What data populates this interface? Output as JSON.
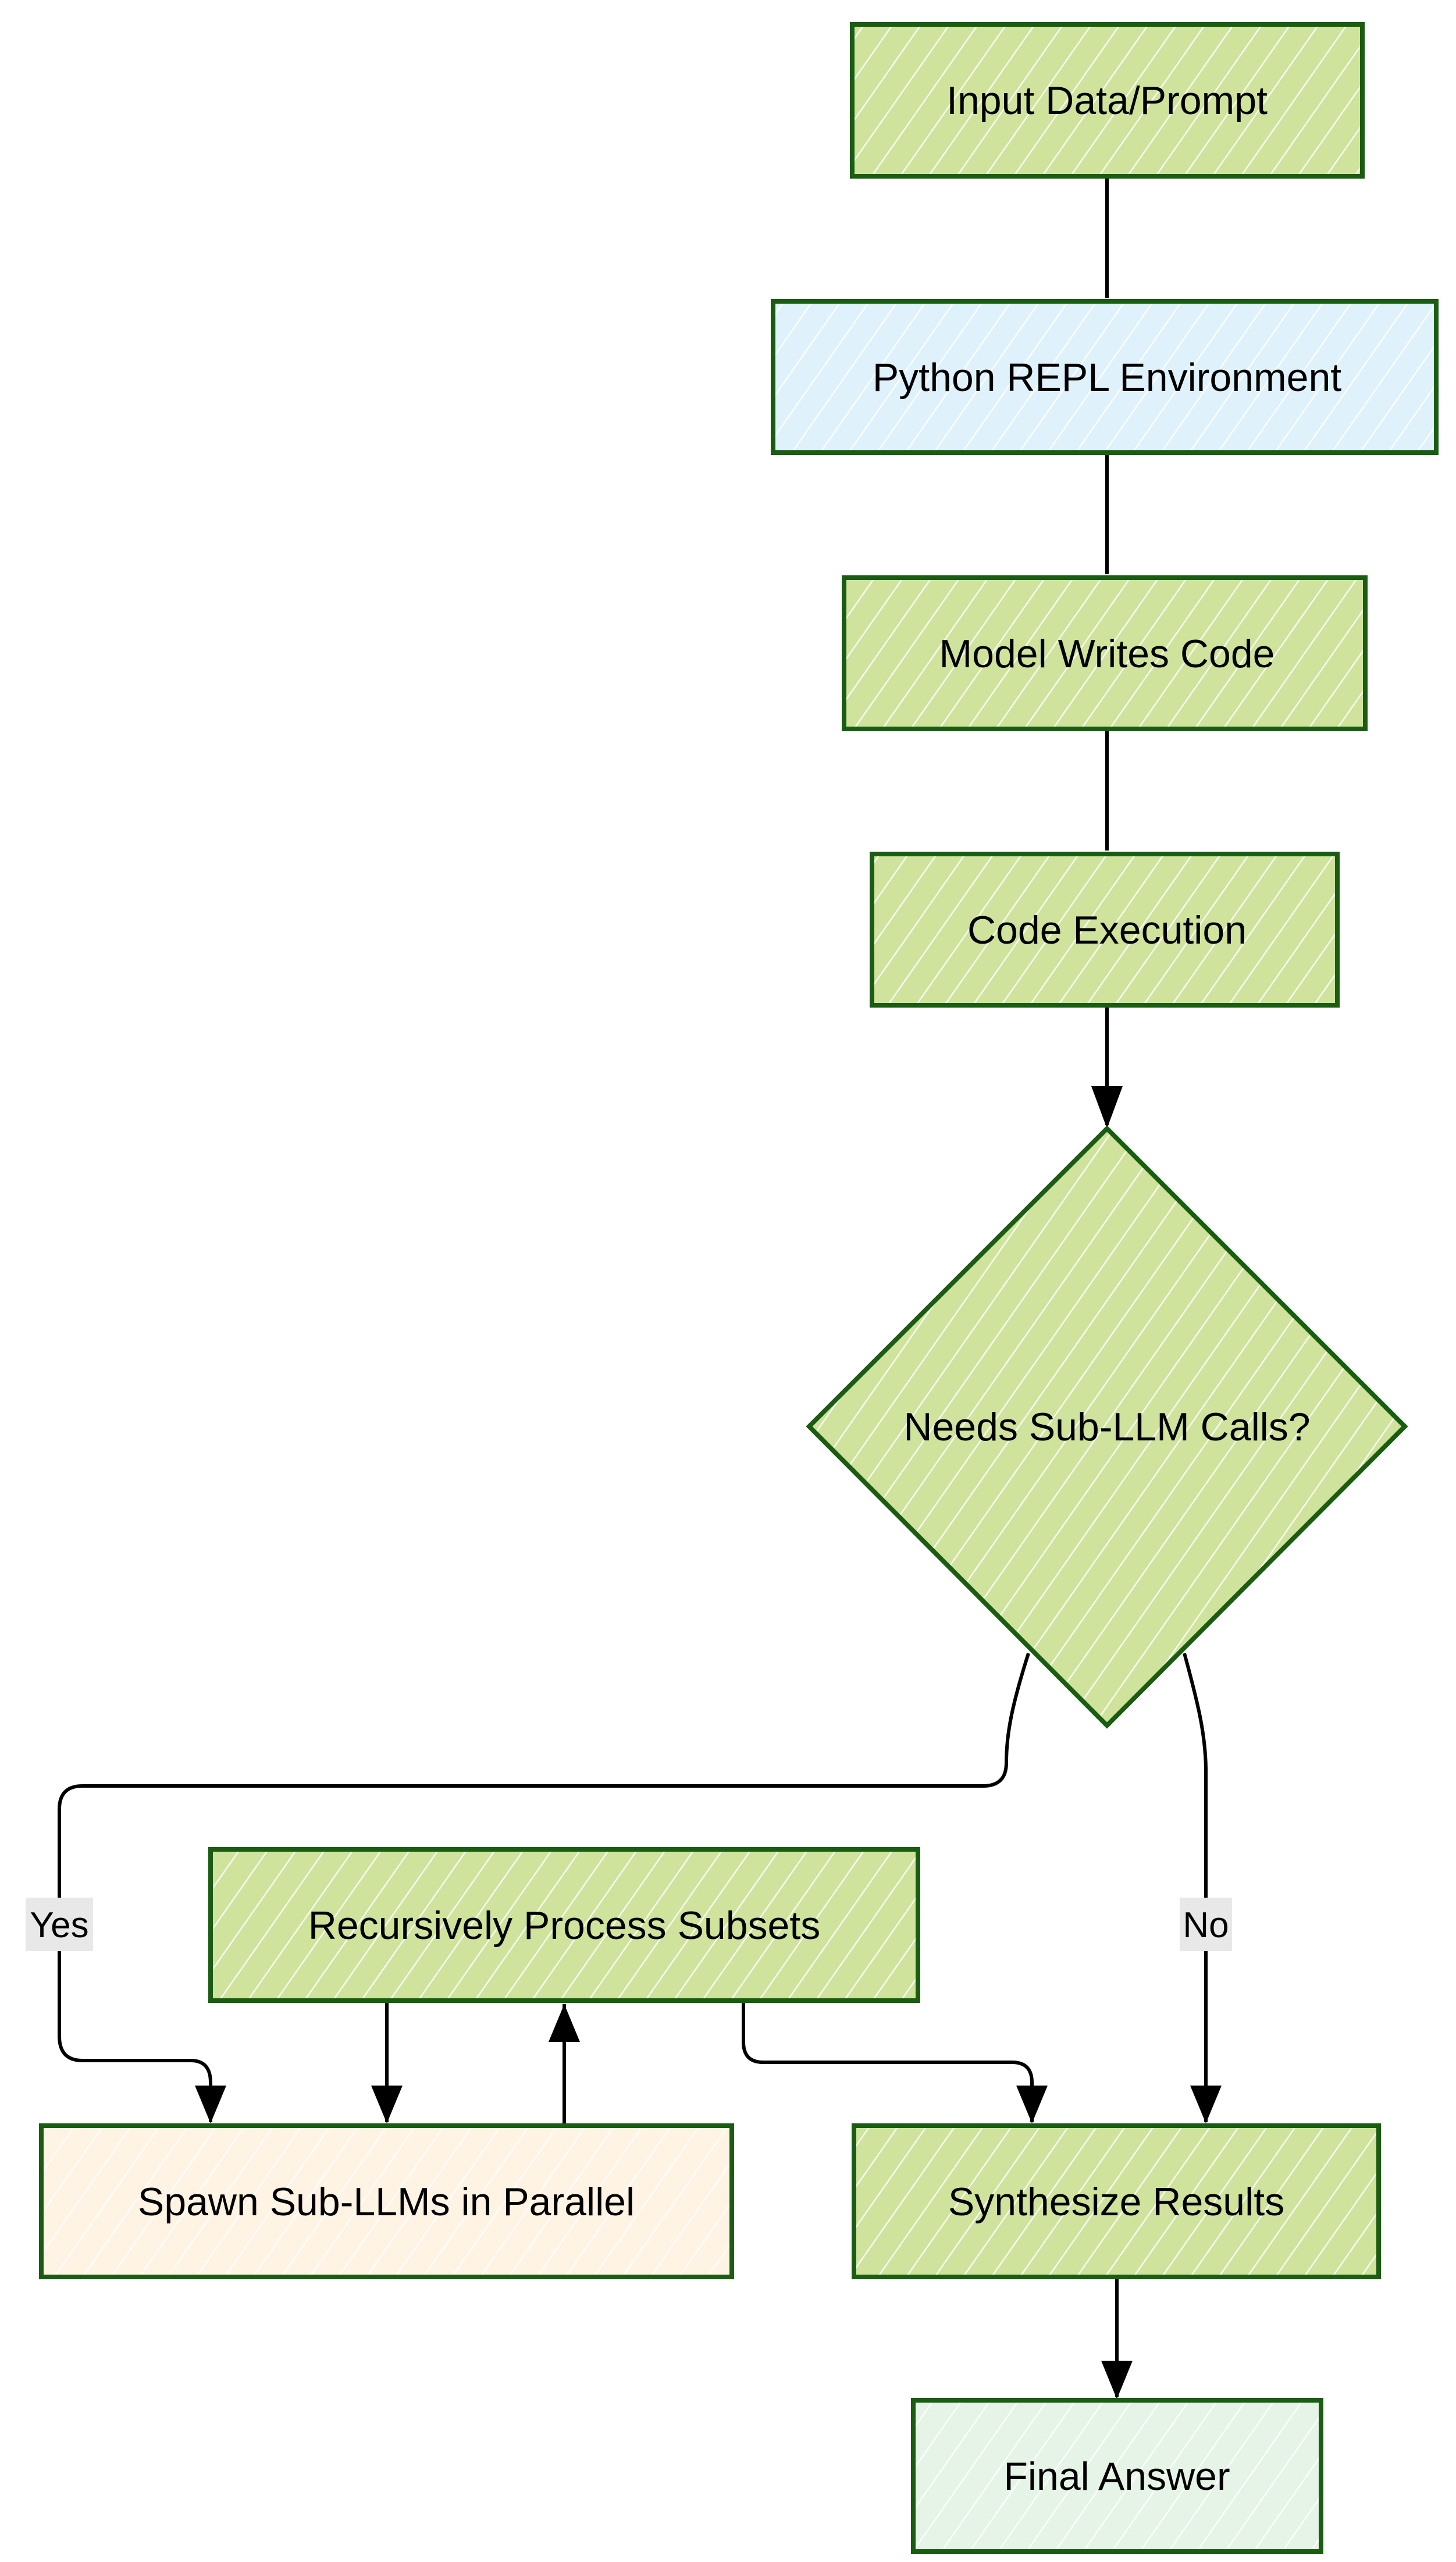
{
  "diagram": {
    "type": "flowchart",
    "nodes": [
      {
        "id": "input",
        "label": "Input Data/Prompt",
        "shape": "rectangle",
        "fill": "#cfe39c"
      },
      {
        "id": "repl",
        "label": "Python REPL Environment",
        "shape": "rectangle",
        "fill": "#dff2fb"
      },
      {
        "id": "model",
        "label": "Model Writes Code",
        "shape": "rectangle",
        "fill": "#cfe39c"
      },
      {
        "id": "exec",
        "label": "Code Execution",
        "shape": "rectangle",
        "fill": "#cfe39c"
      },
      {
        "id": "decision",
        "label": "Needs Sub-LLM Calls?",
        "shape": "diamond",
        "fill": "#cfe39c"
      },
      {
        "id": "recurse",
        "label": "Recursively Process Subsets",
        "shape": "rectangle",
        "fill": "#cfe39c"
      },
      {
        "id": "spawn",
        "label": "Spawn Sub-LLMs in Parallel",
        "shape": "rectangle",
        "fill": "#fff3e3"
      },
      {
        "id": "synth",
        "label": "Synthesize Results",
        "shape": "rectangle",
        "fill": "#cfe39c"
      },
      {
        "id": "final",
        "label": "Final Answer",
        "shape": "rectangle",
        "fill": "#e5f4e6"
      }
    ],
    "edges": [
      {
        "from": "input",
        "to": "repl",
        "label": ""
      },
      {
        "from": "repl",
        "to": "model",
        "label": ""
      },
      {
        "from": "model",
        "to": "exec",
        "label": ""
      },
      {
        "from": "exec",
        "to": "decision",
        "label": ""
      },
      {
        "from": "decision",
        "to": "spawn",
        "label": "Yes"
      },
      {
        "from": "decision",
        "to": "synth",
        "label": "No"
      },
      {
        "from": "recurse",
        "to": "spawn",
        "label": ""
      },
      {
        "from": "spawn",
        "to": "recurse",
        "label": ""
      },
      {
        "from": "recurse",
        "to": "synth",
        "label": ""
      },
      {
        "from": "synth",
        "to": "final",
        "label": ""
      }
    ],
    "colors": {
      "stroke": "#1a5c12",
      "edge": "#000000",
      "edge_label_bg": "#e8e8e8"
    }
  }
}
